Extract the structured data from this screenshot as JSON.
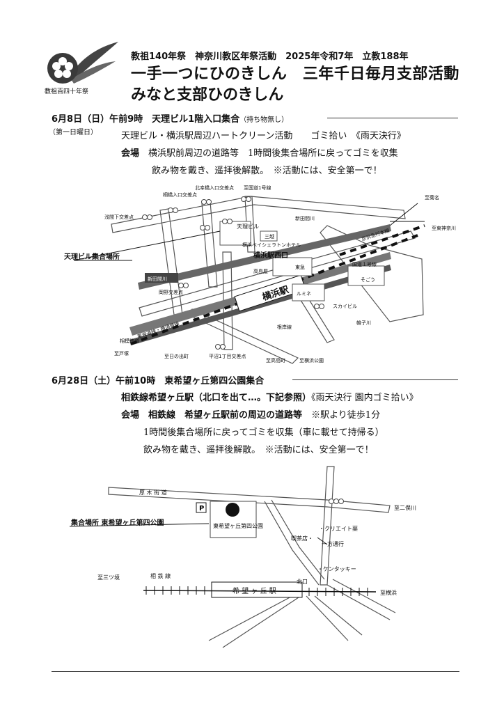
{
  "header": {
    "logo_caption": "教祖百四十年祭",
    "line1": "教祖140年祭　神奈川教区年祭活動　2025年令和7年　立教188年",
    "line2": "一手一つにひのきしん　三年千日毎月支部活動",
    "line3": "みなと支部ひのきしん"
  },
  "event1": {
    "head": "6月8日（日）午前9時　天理ビル1階入口集合",
    "head_note": "（持ち物無し）",
    "sub": "（第一日曜日）",
    "line1": "天理ビル・横浜駅周辺ハートクリーン活動　　ゴミ拾い　《雨天決行》",
    "line2_label": "会場",
    "line2": "横浜駅前周辺の道路等　1時間後集合場所に戻ってゴミを収集",
    "line3": "飲み物を戴き、遥拝後解散。　※活動には、安全第一で！"
  },
  "map1": {
    "labels": {
      "kuramae": "桐橋入口交差点",
      "kitasaiwai": "北幸橋入口交差点",
      "kokudo1": "至国道1号線",
      "higashikanagawa": "至菊名",
      "asama": "浅間下交差点",
      "shintaguchi": "新田間川",
      "tenri": "天理ビル",
      "mitsukoshi": "三越",
      "bayhotel": "横浜ベイシェラトンホテル",
      "nishiguchi": "横浜駅西口",
      "keikyu": "京浜急行本線",
      "tokyo": "至東神奈川",
      "meeting": "天理ビル集合場所",
      "shintaguchi2": "新田間川",
      "takashimaya": "高島屋",
      "tokyu": "東急",
      "kokudo": "国道１号線",
      "station": "横浜駅",
      "lumine": "ルミネ",
      "sogo": "そごう",
      "okano": "岡野交差点",
      "skybuild": "スカイビル",
      "katabira": "帷子川",
      "sotetsu": "相模鉄道",
      "tokaido": "東海道線・横須賀線",
      "negishi": "根岸線",
      "totsuka": "至戸塚",
      "hinode": "至日の出町",
      "hiranuma": "平沼1丁目交差点",
      "takashimacho": "至高島町",
      "yokohamakoen": "至横浜公園"
    }
  },
  "event2": {
    "head": "6月28日（土）午前10時　東希望ヶ丘第四公園集合",
    "line1_bold": "相鉄線希望ヶ丘駅（北口を出て…。下記参照）",
    "line1": "《雨天決行 園内ゴミ拾い》",
    "line2_label": "会場",
    "line2_bold": "相鉄線　希望ヶ丘駅前の周辺の道路等",
    "line2": "※駅より徒歩1分",
    "line3": "1時間後集合場所に戻ってゴミを収集（車に載せて持帰る）",
    "line4": "飲み物を戴き、遥拝後解散。　※活動には、安全第一で！"
  },
  "map2": {
    "labels": {
      "atsugi": "厚 木 街 道",
      "futamata": "至二俣川",
      "parking": "P",
      "meeting": "集合場所 東希望ヶ丘第四公園",
      "park": "東希望ヶ丘第四公園",
      "create": "・クリエイト薬",
      "kissa": "喫茶店・",
      "oneway": "一方通行",
      "kfc": "・ケンタッキー",
      "mitsukyo": "至三ツ境",
      "sotetsu": "相 鉄 線",
      "kitaguchi": "北口",
      "station": "希 望 ヶ 丘 駅",
      "yokohama": "至横浜"
    }
  }
}
